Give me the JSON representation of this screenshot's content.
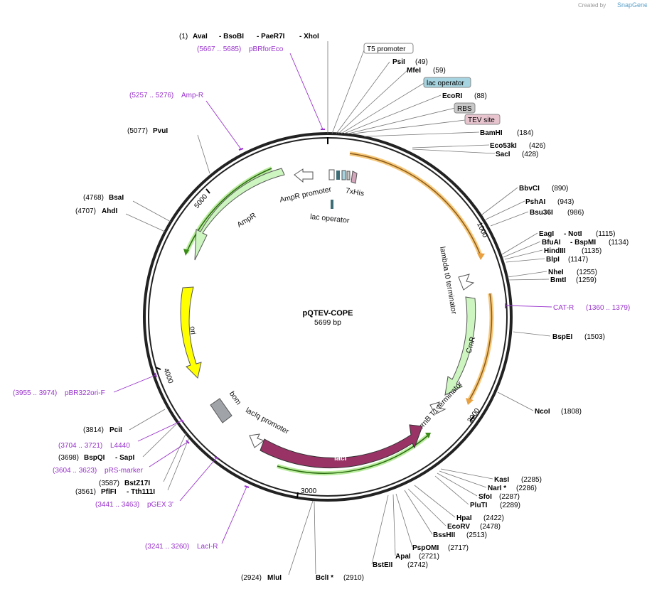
{
  "credit": "Created by",
  "brand": "SnapGene",
  "plasmid": {
    "name": "pQTEV-COPE",
    "length": "5699 bp"
  },
  "ticks": [
    "1000",
    "2000",
    "3000",
    "4000",
    "5000"
  ],
  "sites_left": [
    {
      "pos": "(1)",
      "names": [
        "AvaI",
        "- BsoBI",
        "- PaeR7I",
        "- XhoI"
      ]
    },
    {
      "pos": "(5077)",
      "names": [
        "PvuI"
      ]
    },
    {
      "pos": "(4768)",
      "names": [
        "BsaI"
      ]
    },
    {
      "pos": "(4707)",
      "names": [
        "AhdI"
      ]
    },
    {
      "pos": "(3814)",
      "names": [
        "PciI"
      ]
    },
    {
      "pos": "(3698)",
      "names": [
        "BspQI",
        "- SapI"
      ]
    },
    {
      "pos": "(3587)",
      "names": [
        "BstZ17I"
      ]
    },
    {
      "pos": "(3561)",
      "names": [
        "PflFI",
        "- Tth111I"
      ]
    },
    {
      "pos": "(2924)",
      "names": [
        "MluI"
      ]
    },
    {
      "pos": "(2910)",
      "names": [
        "BclI *"
      ]
    }
  ],
  "sites_right": [
    {
      "name": "PsiI",
      "pos": "(49)"
    },
    {
      "name": "MfeI",
      "pos": "(59)"
    },
    {
      "name": "EcoRI",
      "pos": "(88)"
    },
    {
      "name": "BamHI",
      "pos": "(184)"
    },
    {
      "name": "Eco53kI",
      "pos": "(426)"
    },
    {
      "name": "SacI",
      "pos": "(428)"
    },
    {
      "name": "BbvCI",
      "pos": "(890)"
    },
    {
      "name": "PshAI",
      "pos": "(943)"
    },
    {
      "name": "Bsu36I",
      "pos": "(986)"
    },
    {
      "name": "EagI",
      "pos": "(1115)",
      "extra": "- NotI"
    },
    {
      "name": "BfuAI",
      "pos": "(1134)",
      "extra": "- BspMI"
    },
    {
      "name": "HindIII",
      "pos": "(1135)"
    },
    {
      "name": "BlpI",
      "pos": "(1147)"
    },
    {
      "name": "NheI",
      "pos": "(1255)"
    },
    {
      "name": "BmtI",
      "pos": "(1259)"
    },
    {
      "name": "BspEI",
      "pos": "(1503)"
    },
    {
      "name": "NcoI",
      "pos": "(1808)"
    },
    {
      "name": "KasI",
      "pos": "(2285)"
    },
    {
      "name": "NarI *",
      "pos": "(2286)"
    },
    {
      "name": "SfoI",
      "pos": "(2287)"
    },
    {
      "name": "PluTI",
      "pos": "(2289)"
    },
    {
      "name": "HpaI",
      "pos": "(2422)"
    },
    {
      "name": "EcoRV",
      "pos": "(2478)"
    },
    {
      "name": "BssHII",
      "pos": "(2513)"
    },
    {
      "name": "PspOMI",
      "pos": "(2717)"
    },
    {
      "name": "ApaI",
      "pos": "(2721)"
    },
    {
      "name": "BstEII",
      "pos": "(2742)"
    }
  ],
  "primers": [
    {
      "range": "(5667 .. 5685)",
      "name": "pBRforEco"
    },
    {
      "range": "(5257 .. 5276)",
      "name": "Amp-R"
    },
    {
      "range": "(1360 .. 1379)",
      "name": "CAT-R"
    },
    {
      "range": "(3955 .. 3974)",
      "name": "pBR322ori-F"
    },
    {
      "range": "(3704 .. 3721)",
      "name": "L4440"
    },
    {
      "range": "(3604 .. 3623)",
      "name": "pRS-marker"
    },
    {
      "range": "(3441 .. 3463)",
      "name": "pGEX 3'"
    },
    {
      "range": "(3241 .. 3260)",
      "name": "LacI-R"
    }
  ],
  "boxed_features": [
    {
      "label": "T5 promoter",
      "color": "#ffffff"
    },
    {
      "label": "lac operator",
      "color": "#a6d4e0"
    },
    {
      "label": "RBS",
      "color": "#c8c8c8"
    },
    {
      "label": "TEV site",
      "color": "#e8c4cf"
    }
  ],
  "features": {
    "ampr_promoter": "AmpR promoter",
    "ampr": "AmpR",
    "his": "7xHis",
    "lac_operator": "lac operator",
    "lambda": "lambda t0 terminator",
    "cmr": "CmR",
    "rrnb": "rrnB T1 terminator",
    "laci": "lacI",
    "laciq": "lacIq promoter",
    "bom": "bom",
    "ori": "ori"
  },
  "colors": {
    "ampr": "#ccf5c0",
    "ori": "#ffff00",
    "laci": "#993366",
    "cmr": "#ccf5c0",
    "orf_orange": "#e8a040",
    "orf_green": "#66b32a",
    "primer": "#9933cc",
    "bom": "#a0a4a8"
  }
}
